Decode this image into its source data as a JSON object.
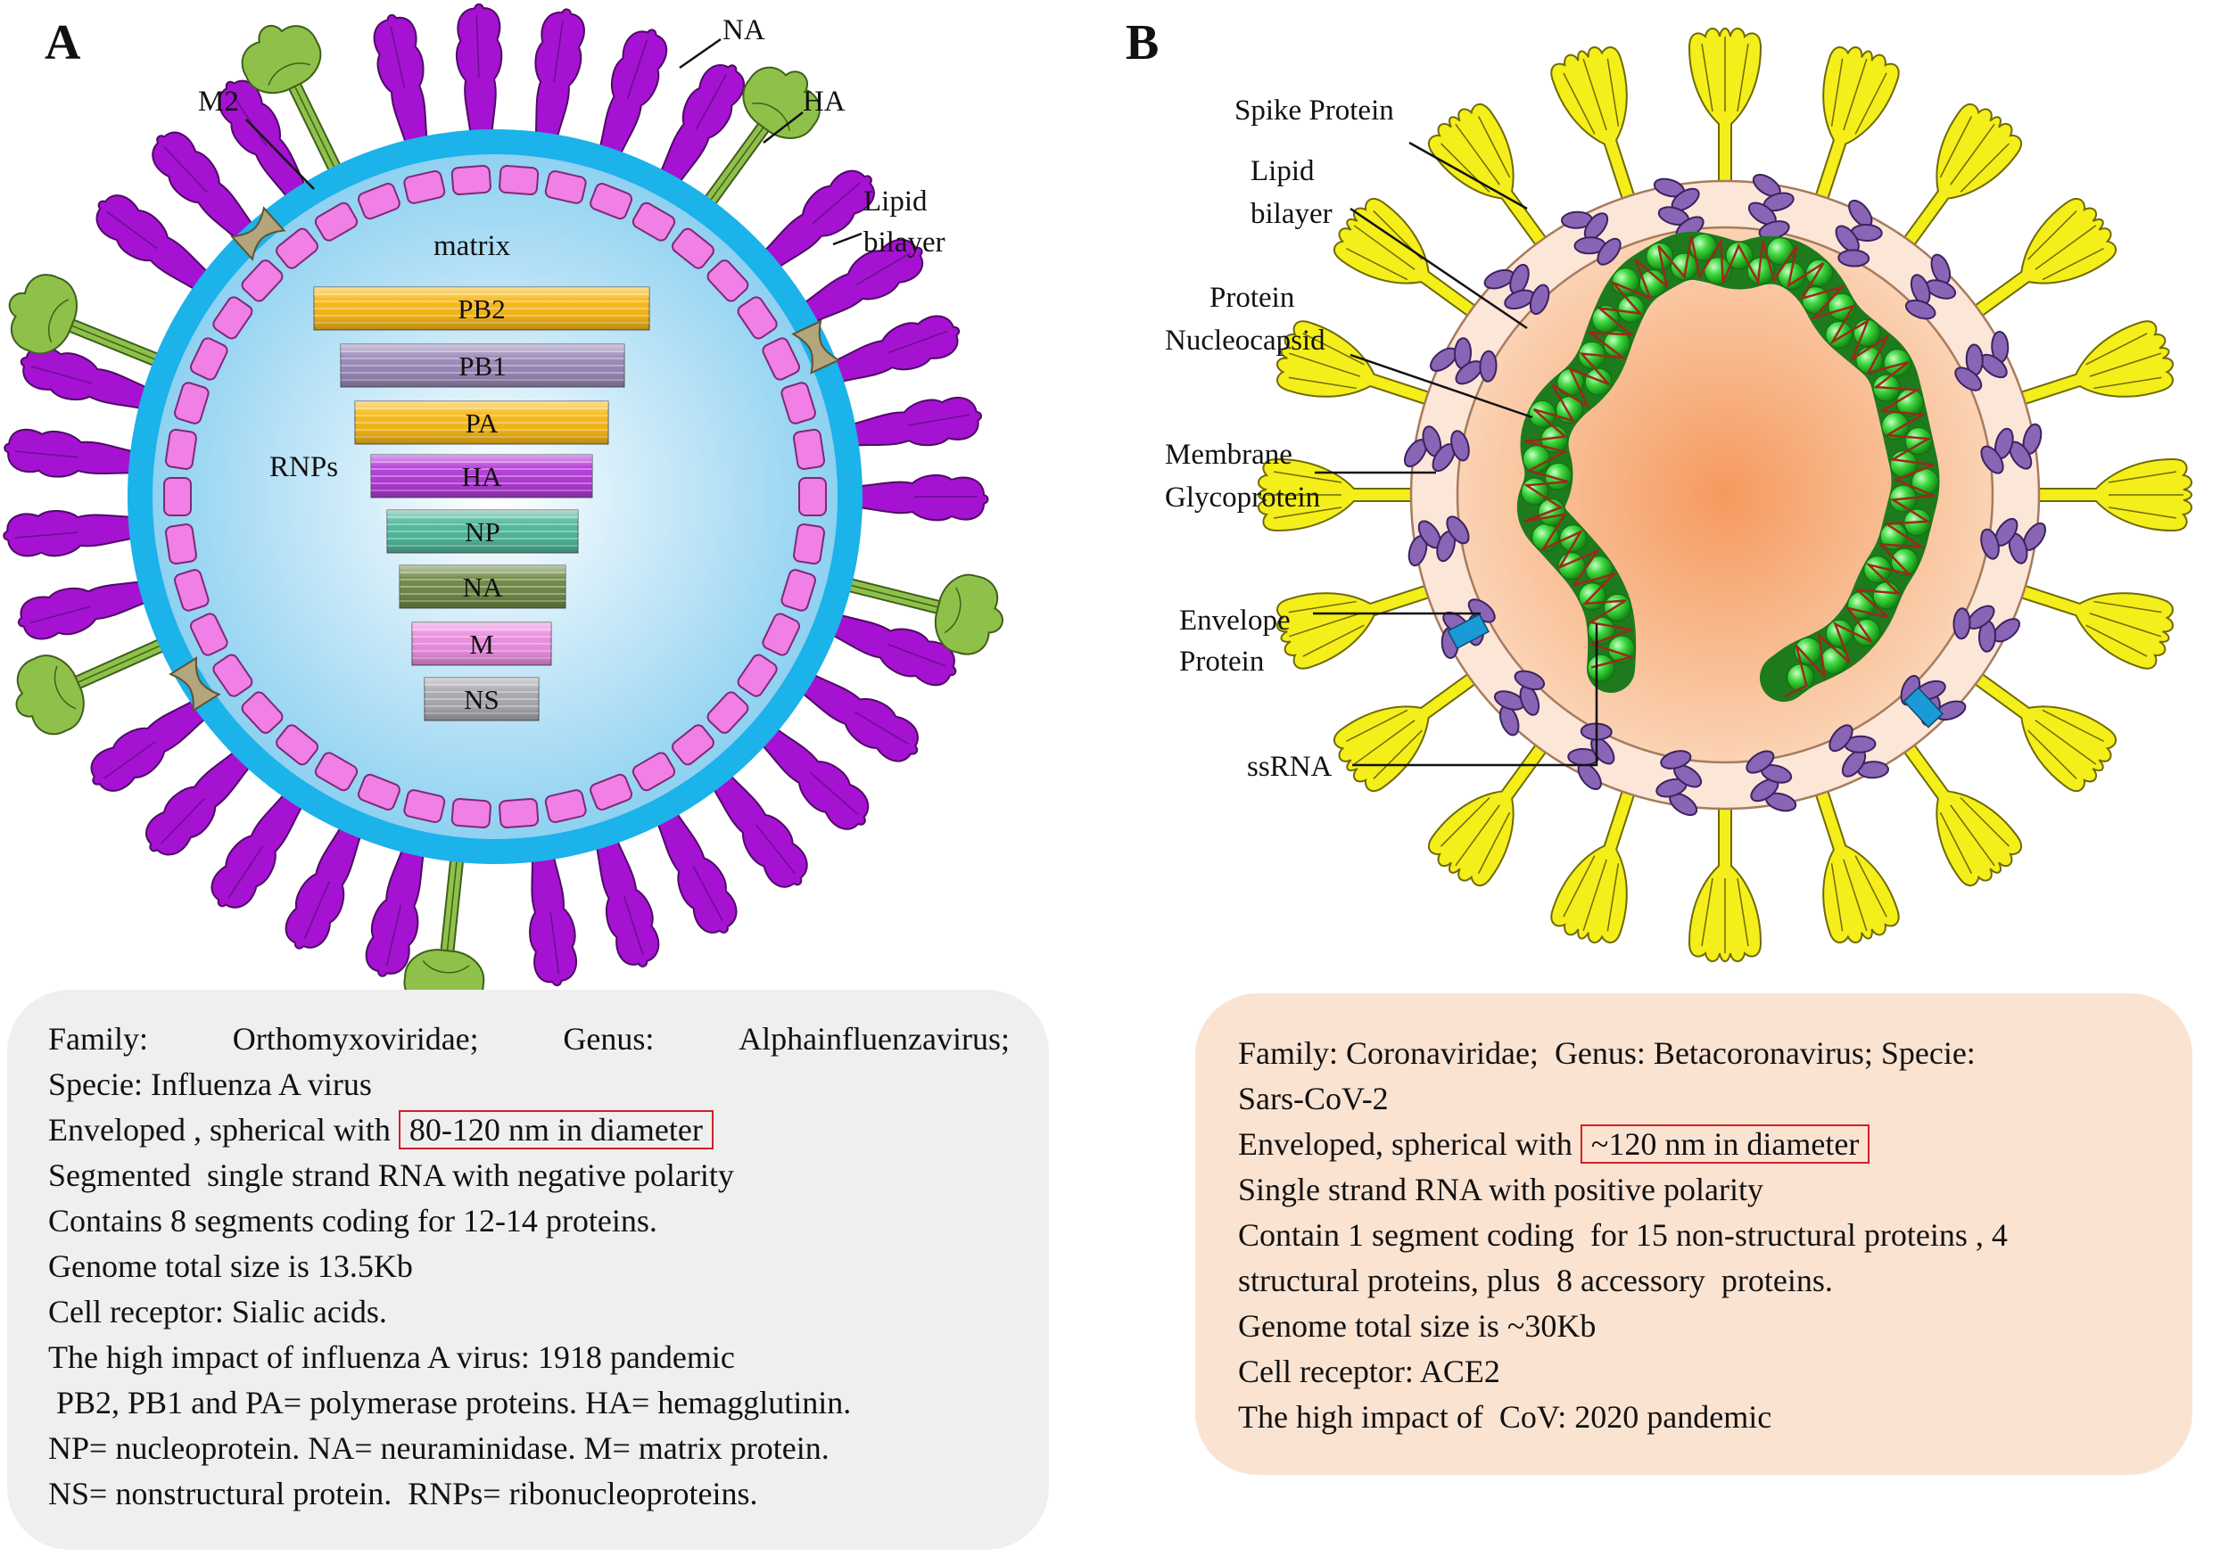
{
  "panel_a": {
    "letter": "A",
    "labels": {
      "m2": "M2",
      "na": "NA",
      "ha": "HA",
      "lipid_1": "Lipid",
      "lipid_2": "bilayer",
      "matrix": "matrix",
      "rnps": "RNPs"
    },
    "segments": [
      {
        "label": "PB2",
        "color": "#f9b816"
      },
      {
        "label": "PB1",
        "color": "#9a88b8"
      },
      {
        "label": "PA",
        "color": "#f9b816"
      },
      {
        "label": "HA",
        "color": "#b43ad8"
      },
      {
        "label": "NP",
        "color": "#4fb89a"
      },
      {
        "label": "NA",
        "color": "#6e8a45"
      },
      {
        "label": "M",
        "color": "#ec8ce2"
      },
      {
        "label": "NS",
        "color": "#a9aaaf"
      }
    ],
    "info": {
      "line1_parts": [
        "Family:",
        "Orthomyxoviridae;",
        "Genus:",
        "Alphainfluenzavirus;"
      ],
      "line2": "Specie: Influenza A virus",
      "line3_prefix": "Enveloped , spherical with",
      "line3_highlight": "80-120 nm in diameter",
      "line4": "Segmented  single strand RNA with negative polarity",
      "line5": "Contains 8 segments coding for 12-14 proteins.",
      "line6": "Genome total size is 13.5Kb",
      "line7": "Cell receptor: Sialic acids.",
      "line8": "The high impact of influenza A virus: 1918 pandemic",
      "line9": " PB2, PB1 and PA= polymerase proteins. HA= hemagglutinin.",
      "line10": "NP= nucleoprotein. NA= neuraminidase. M= matrix protein.",
      "line11": "NS= nonstructural protein.  RNPs= ribonucleoproteins."
    }
  },
  "panel_b": {
    "letter": "B",
    "labels": {
      "spike": "Spike Protein",
      "lipid_1": "Lipid",
      "lipid_2": "bilayer",
      "nucleo_1": "Protein",
      "nucleo_2": "Nucleocapsid",
      "membrane_1": "Membrane",
      "membrane_2": "Glycoprotein",
      "envelope_1": "Envelope",
      "envelope_2": "Protein",
      "ssrna": "ssRNA"
    },
    "info": {
      "line1": "Family: Coronaviridae;  Genus: Betacoronavirus; Specie:",
      "line2": "Sars-CoV-2",
      "line3_prefix": "Enveloped, spherical with",
      "line3_highlight": "~120 nm in diameter",
      "line4": "Single strand RNA with positive polarity",
      "line5": "Contain 1 segment coding  for 15 non-structural proteins , 4",
      "line6": "structural proteins, plus  8 accessory  proteins.",
      "line7": "Genome total size is ~30Kb",
      "line8": "Cell receptor: ACE2",
      "line9": "The high impact of  CoV: 2020 pandemic"
    }
  },
  "colors": {
    "ha_purple": "#a512d2",
    "na_green": "#8fc14a",
    "m2_tan": "#b3a57c",
    "lipid_blue": "#1cb2ea",
    "matrix_pink": "#f07fe6",
    "spike_yellow": "#f4ee1a",
    "membrane_purple": "#8a65b5",
    "nucleocapsid_green": "#33cc33",
    "envelope_blue": "#1a9ad6",
    "core_orange": "#f7a36d",
    "highlight_red": "#d21f26"
  }
}
